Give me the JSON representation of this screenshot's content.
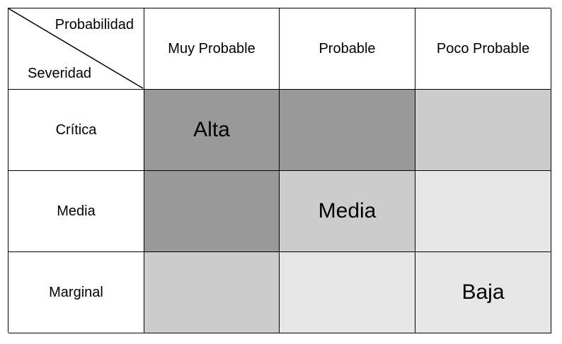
{
  "corner": {
    "column_axis_label": "Probabilidad",
    "row_axis_label": "Severidad"
  },
  "columns": [
    "Muy Probable",
    "Probable",
    "Poco Probable"
  ],
  "rows": [
    {
      "label": "Crítica",
      "cells": [
        {
          "text": "Alta",
          "level": "alta"
        },
        {
          "text": "",
          "level": "alta"
        },
        {
          "text": "",
          "level": "media"
        }
      ]
    },
    {
      "label": "Media",
      "cells": [
        {
          "text": "",
          "level": "alta"
        },
        {
          "text": "Media",
          "level": "media"
        },
        {
          "text": "",
          "level": "baja"
        }
      ]
    },
    {
      "label": "Marginal",
      "cells": [
        {
          "text": "",
          "level": "media"
        },
        {
          "text": "",
          "level": "baja"
        },
        {
          "text": "Baja",
          "level": "baja"
        }
      ]
    }
  ],
  "level_colors": {
    "alta": "#999999",
    "media": "#cccccc",
    "baja": "#e6e6e6",
    "header": "#ffffff"
  }
}
